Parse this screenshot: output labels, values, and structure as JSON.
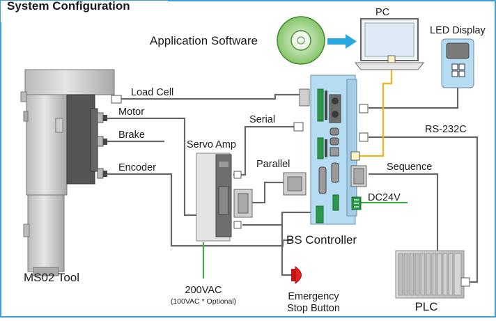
{
  "title": "System Configuration",
  "labels": {
    "app_software": "Application Software",
    "pc": "PC",
    "led_display": "LED Display",
    "load_cell": "Load Cell",
    "motor": "Motor",
    "brake": "Brake",
    "encoder": "Encoder",
    "serial": "Serial",
    "servo_amp": "Servo Amp",
    "parallel": "Parallel",
    "rs232c": "RS-232C",
    "sequence": "Sequence",
    "dc24v": "DC24V",
    "bs_controller": "BS Controller",
    "ms02_tool": "MS02 Tool",
    "vac_200": "200VAC",
    "vac_100": "(100VAC * Optional)",
    "emergency_1": "Emergency",
    "emergency_2": "Stop Button",
    "plc": "PLC"
  },
  "colors": {
    "frame": "#3e9fd8",
    "cable": "#666666",
    "usb_cable": "#f5b21b",
    "power_line": "#3fae49",
    "arrow": "#29a8e0",
    "controller": "#b5dcf2",
    "connector_green": "#2a9a4a",
    "estop": "#e3231b"
  }
}
